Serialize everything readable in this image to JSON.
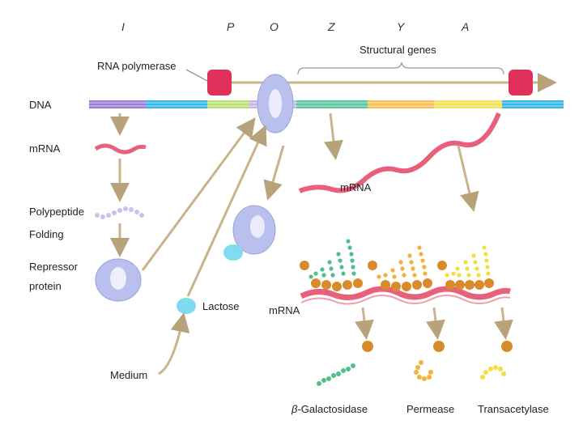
{
  "genes": {
    "i": "I",
    "p": "P",
    "o": "O",
    "z": "Z",
    "y": "Y",
    "a": "A"
  },
  "labels": {
    "rna_polymerase": "RNA polymerase",
    "structural_genes": "Structural genes",
    "dna": "DNA",
    "mrna_left": "mRNA",
    "polypeptide": "Polypeptide",
    "folding": "Folding",
    "repressor_line1": "Repressor",
    "repressor_line2": "protein",
    "lactose": "Lactose",
    "medium": "Medium",
    "mrna_right": "mRNA",
    "mrna_bottom": "mRNA",
    "beta_gal_symbol": "β",
    "beta_gal_rest": "-Galactosidase",
    "permease": "Permease",
    "transacetylase": "Transacetylase"
  },
  "colors": {
    "dna_i": "#9b7fd4",
    "dna_p": "#b9e07a",
    "dna_o": "#c9b6e8",
    "dna_z": "#5fc7a0",
    "dna_y": "#f5c05a",
    "dna_a": "#f2e35a",
    "dna_blue": "#38b6e8",
    "mrna": "#e8607a",
    "repressor": "#b9c0ee",
    "lactose": "#7fdcf0",
    "polymerase": "#e0305a",
    "ribosome": "#d98a2a",
    "galactosidase": "#4fc08a",
    "permease": "#f2b23c",
    "transacetylase": "#f2e040",
    "arrow": "#c8b48a"
  }
}
